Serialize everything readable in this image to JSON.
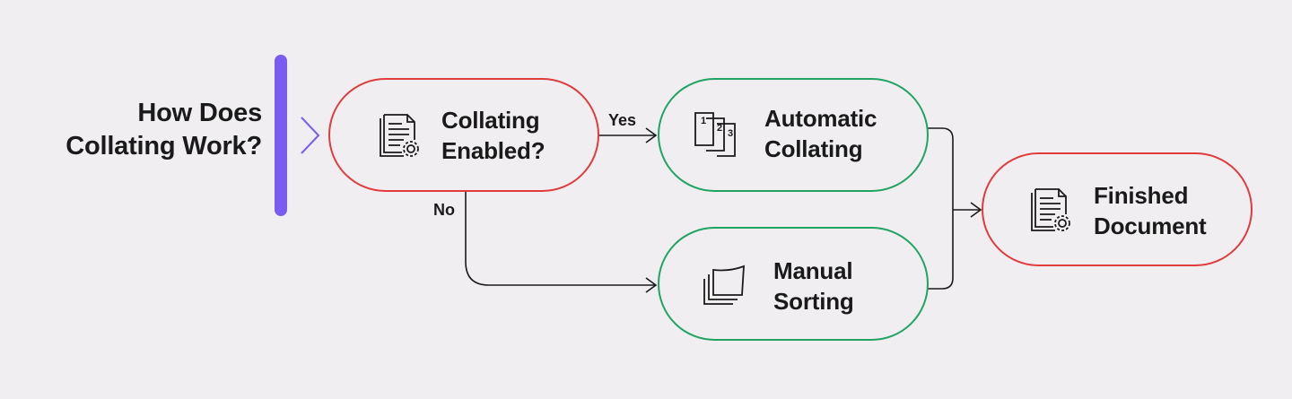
{
  "title": {
    "line1": "How Does",
    "line2": "Collating Work?"
  },
  "colors": {
    "accent": "#7b5cf0",
    "decision_border": "#e03c3c",
    "process_border": "#1fa463",
    "line": "#1a1a1a",
    "background": "#f0eef1"
  },
  "nodes": {
    "decision": {
      "line1": "Collating",
      "line2": "Enabled?",
      "icon": "document-gear-icon"
    },
    "automatic": {
      "line1": "Automatic",
      "line2": "Collating",
      "icon": "numbered-pages-icon"
    },
    "manual": {
      "line1": "Manual",
      "line2": "Sorting",
      "icon": "stacked-sheets-icon"
    },
    "finished": {
      "line1": "Finished",
      "line2": "Document",
      "icon": "document-gear-icon"
    }
  },
  "edges": {
    "yes": "Yes",
    "no": "No"
  }
}
